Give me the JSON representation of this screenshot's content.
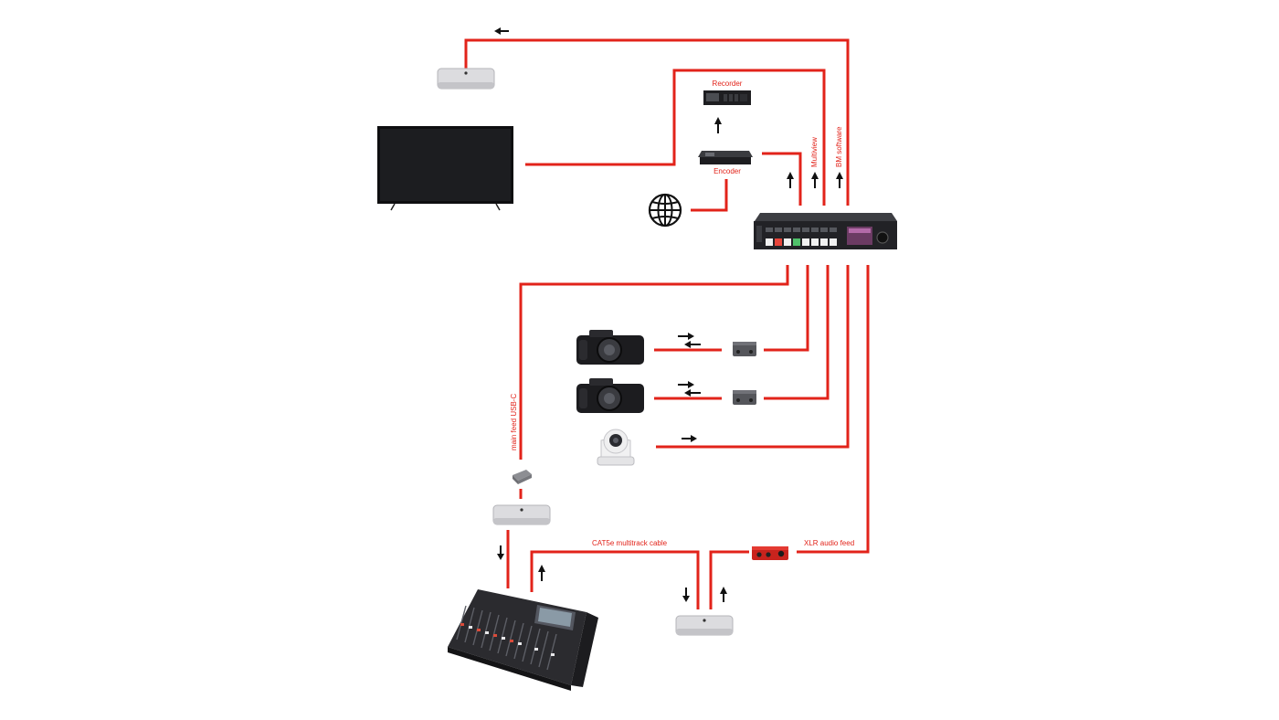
{
  "labels": {
    "recorder": "Recorder",
    "encoder": "Encoder",
    "multiview": "Multiview",
    "bm_software": "BM software",
    "main_feed_usbc": "main feed USB-C",
    "cat5e_multitrack": "CAT5e multitrack cable",
    "xlr_audio_feed": "XLR audio feed"
  },
  "colors": {
    "wire": "#e2231a",
    "arrow": "#111111",
    "device_dark": "#1f1f22",
    "device_silver": "#d9d9dc"
  },
  "icons": {
    "internet": "globe-icon"
  }
}
